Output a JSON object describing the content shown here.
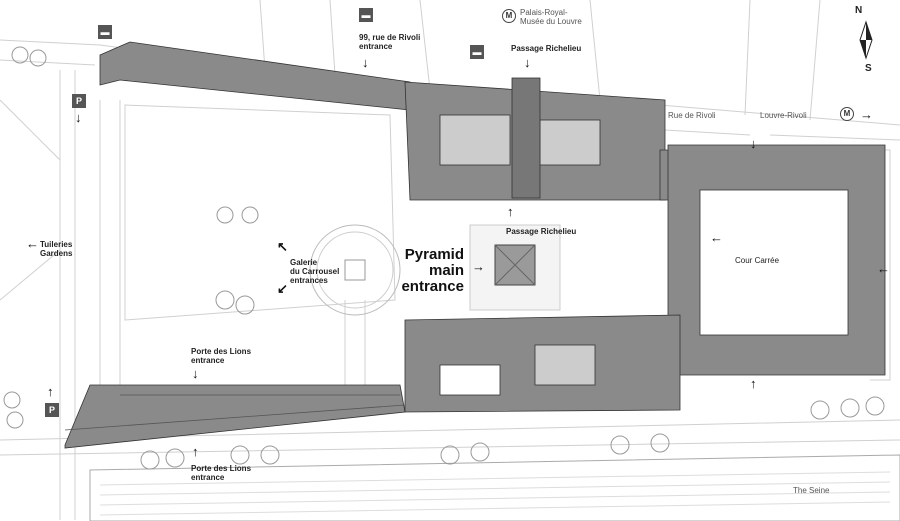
{
  "labels": {
    "rivoli_entrance": [
      "99, rue de Rivoli",
      "entrance"
    ],
    "passage_richelieu_north": "Passage Richelieu",
    "passage_richelieu_south": "Passage Richelieu",
    "metro_palais_royal": [
      "Palais-Royal-",
      "Musée du Louvre"
    ],
    "rue_de_rivoli": "Rue de Rivoli",
    "metro_louvre_rivoli": "Louvre-Rivoli",
    "tuileries": [
      "Tuileries",
      "Gardens"
    ],
    "galerie_carrousel": [
      "Galerie",
      "du Carrousel",
      "entrances"
    ],
    "pyramid": [
      "Pyramid",
      "main",
      "entrance"
    ],
    "cour_carree": "Cour Carrée",
    "porte_lions_north": [
      "Porte des Lions",
      "entrance"
    ],
    "porte_lions_south": [
      "Porte des Lions",
      "entrance"
    ],
    "the_seine": "The Seine"
  },
  "compass": {
    "north": "N",
    "south": "S"
  },
  "icons": {
    "metro": "M",
    "parking": "P",
    "taxi": "taxi-icon"
  },
  "colors": {
    "building": "#8a8a8a",
    "roof": "#6e6e6e",
    "road_line": "#cfcfcf",
    "icon_bg": "#555555"
  }
}
